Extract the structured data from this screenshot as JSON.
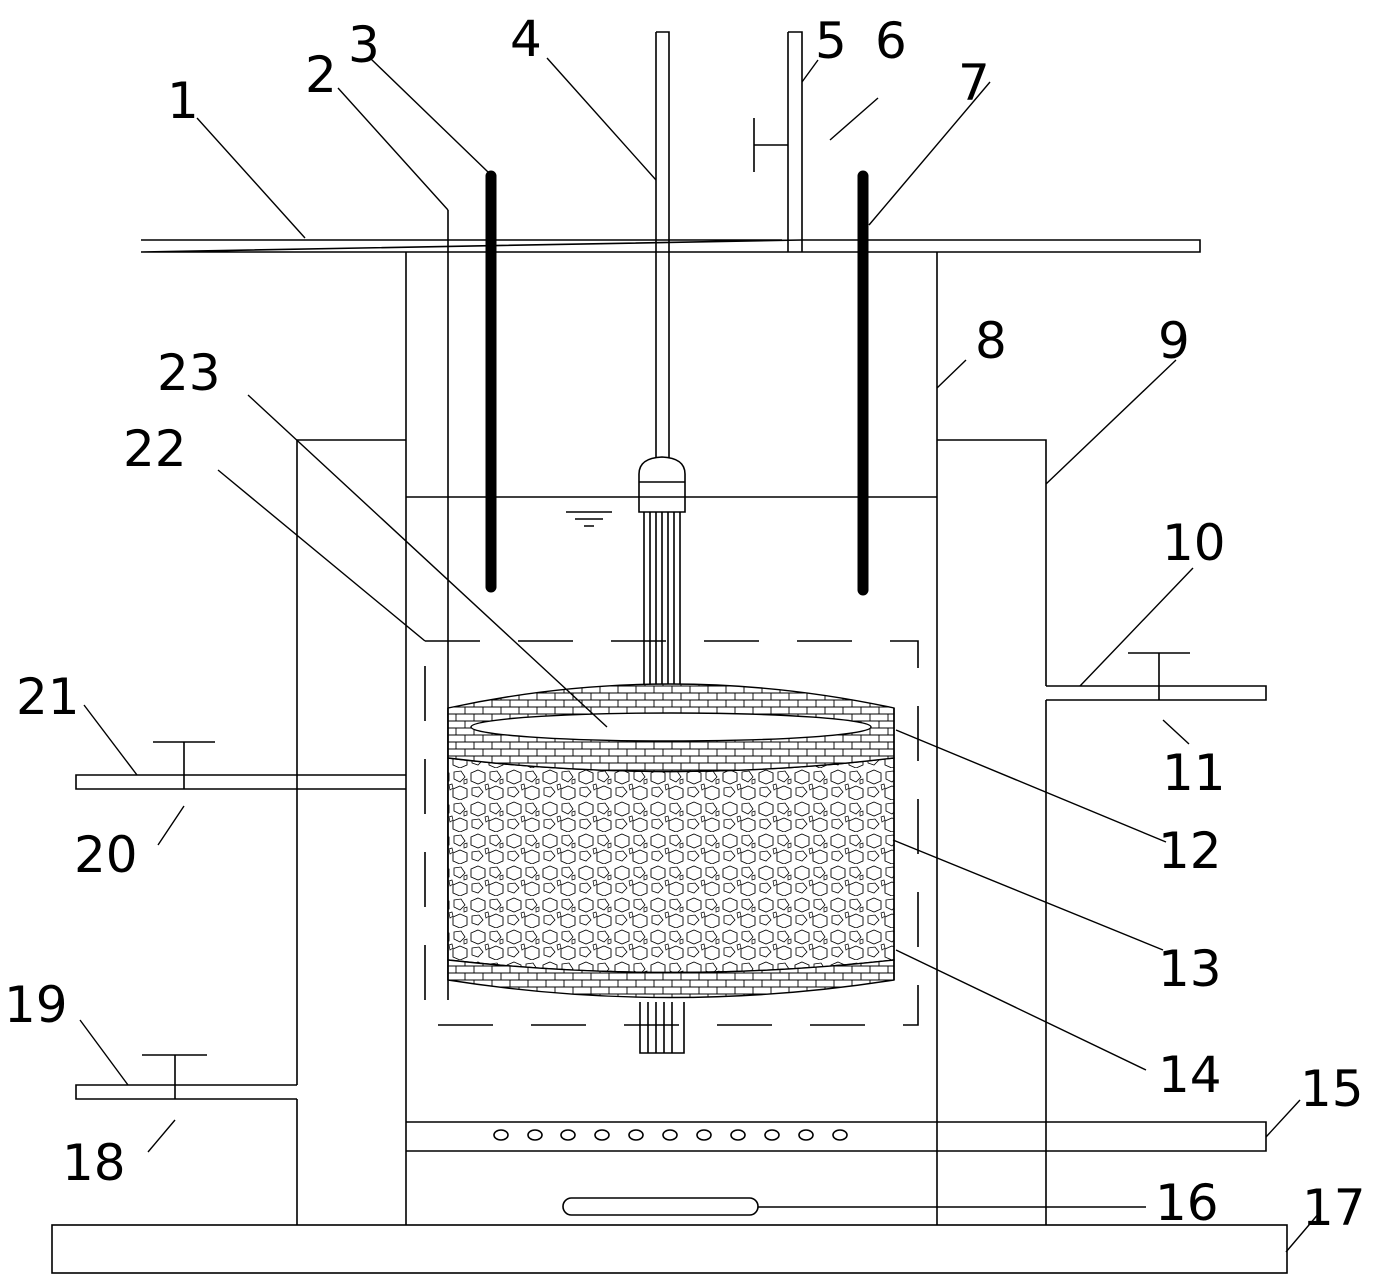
{
  "labels": [
    {
      "id": "1",
      "text": "1"
    },
    {
      "id": "2",
      "text": "2"
    },
    {
      "id": "3",
      "text": "3"
    },
    {
      "id": "4",
      "text": "4"
    },
    {
      "id": "5",
      "text": "5"
    },
    {
      "id": "6",
      "text": "6"
    },
    {
      "id": "7",
      "text": "7"
    },
    {
      "id": "8",
      "text": "8"
    },
    {
      "id": "9",
      "text": "9"
    },
    {
      "id": "10",
      "text": "10"
    },
    {
      "id": "11",
      "text": "11"
    },
    {
      "id": "12",
      "text": "12"
    },
    {
      "id": "13",
      "text": "13"
    },
    {
      "id": "14",
      "text": "14"
    },
    {
      "id": "15",
      "text": "15"
    },
    {
      "id": "16",
      "text": "16"
    },
    {
      "id": "17",
      "text": "17"
    },
    {
      "id": "18",
      "text": "18"
    },
    {
      "id": "19",
      "text": "19"
    },
    {
      "id": "20",
      "text": "20"
    },
    {
      "id": "21",
      "text": "21"
    },
    {
      "id": "22",
      "text": "22"
    },
    {
      "id": "23",
      "text": "23"
    }
  ]
}
